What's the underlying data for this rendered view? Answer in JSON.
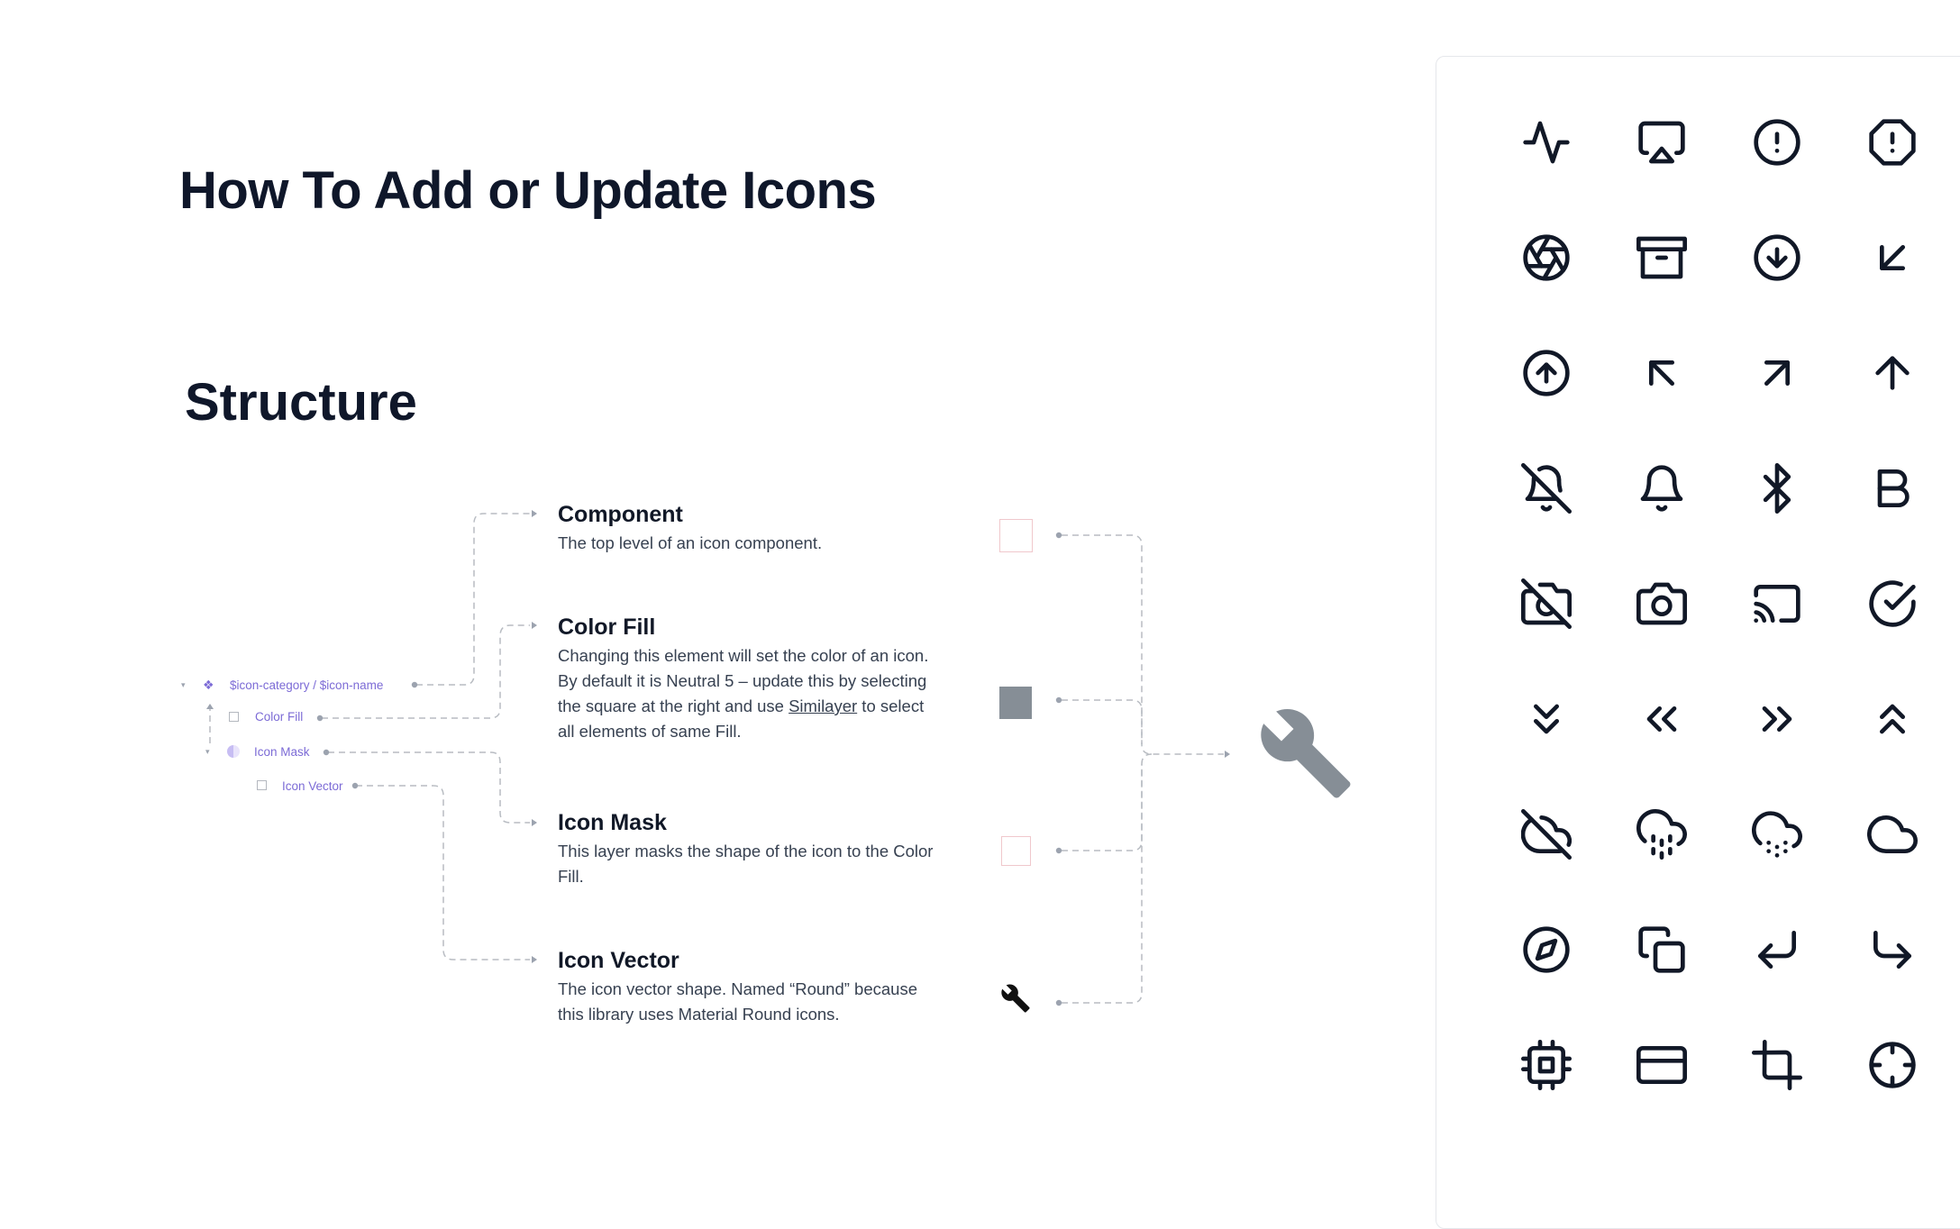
{
  "page_title": "How To Add or Update Icons",
  "section_title": "Structure",
  "layers": {
    "component": "$icon-category / $icon-name",
    "color_fill": "Color Fill",
    "icon_mask": "Icon Mask",
    "icon_vector": "Icon Vector"
  },
  "descriptions": {
    "component": {
      "title": "Component",
      "text": "The top level of an icon component."
    },
    "color_fill": {
      "title": "Color Fill",
      "text_before": "Changing this element will set the color of an icon. By default it is Neutral 5 – update this by selecting the square at the right and use ",
      "link": "Similayer",
      "text_after": " to select all elements of same Fill."
    },
    "icon_mask": {
      "title": "Icon Mask",
      "text": "This layer masks the shape of the icon to the Color Fill."
    },
    "icon_vector": {
      "title": "Icon Vector",
      "text": "The icon vector shape. Named “Round” because this library uses Material Round icons."
    }
  },
  "colors": {
    "layer_text": "#7c6bd6",
    "fill_swatch": "#868e96",
    "wrench_preview": "#868e96",
    "connector": "#b8bcc2",
    "icon_stroke": "#111827"
  },
  "icon_grid": [
    [
      "activity-icon",
      "airplay-icon",
      "alert-circle-icon",
      "alert-octagon-icon"
    ],
    [
      "aperture-icon",
      "archive-icon",
      "arrow-down-circle-icon",
      "arrow-down-left-icon"
    ],
    [
      "arrow-up-circle-icon",
      "arrow-up-left-icon",
      "arrow-up-right-icon",
      "arrow-up-icon"
    ],
    [
      "bell-off-icon",
      "bell-icon",
      "bluetooth-icon",
      "bold-icon"
    ],
    [
      "camera-off-icon",
      "camera-icon",
      "cast-icon",
      "check-circle-icon"
    ],
    [
      "chevrons-down-icon",
      "chevrons-left-icon",
      "chevrons-right-icon",
      "chevrons-up-icon"
    ],
    [
      "cloud-off-icon",
      "cloud-drizzle-icon",
      "cloud-snow-icon",
      "cloud-icon"
    ],
    [
      "compass-icon",
      "copy-icon",
      "corner-down-left-icon",
      "corner-down-right-icon"
    ],
    [
      "cpu-icon",
      "credit-card-icon",
      "crop-icon",
      "crosshair-icon"
    ]
  ]
}
